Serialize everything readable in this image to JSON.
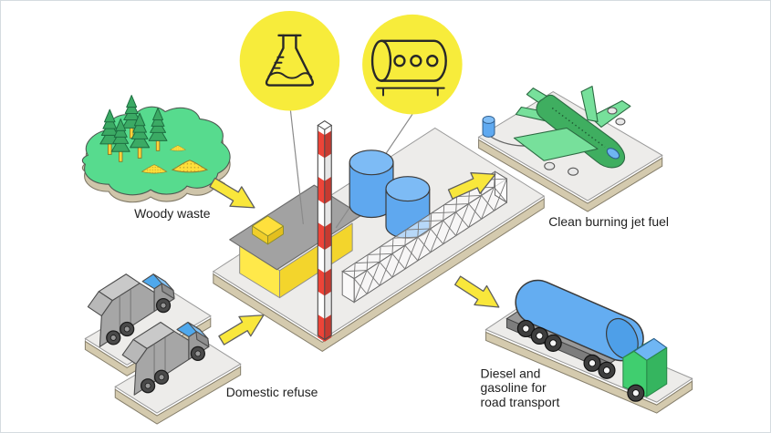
{
  "labels": {
    "woody_waste": "Woody waste",
    "domestic_refuse": "Domestic refuse",
    "jet_fuel": "Clean burning jet fuel",
    "diesel_lines": [
      "Diesel and",
      "gasoline for",
      "road transport"
    ]
  },
  "icons": {
    "flask": "flask-icon",
    "storage_tank": "storage-tank-icon"
  },
  "colors": {
    "badge_yellow": "#F7EC3B",
    "arrow_yellow": "#F9E73B",
    "island_green": "#57DB8E",
    "tree_green": "#3BAA64",
    "pile_yellow": "#FFDF3A",
    "tank_blue": "#5FA8EF",
    "cab_blue": "#4FA8EC",
    "chimney_red": "#ED4438",
    "building_yellow": "#FFE94A",
    "plane_green": "#3FAE60",
    "wing_green": "#77E09B",
    "tanker_cab_green": "#40CE6F",
    "truck_gray": "#A6A6A6",
    "platform_top": "#EDECEA",
    "platform_tan": "#D4CAAE",
    "label_text": "#212121"
  }
}
